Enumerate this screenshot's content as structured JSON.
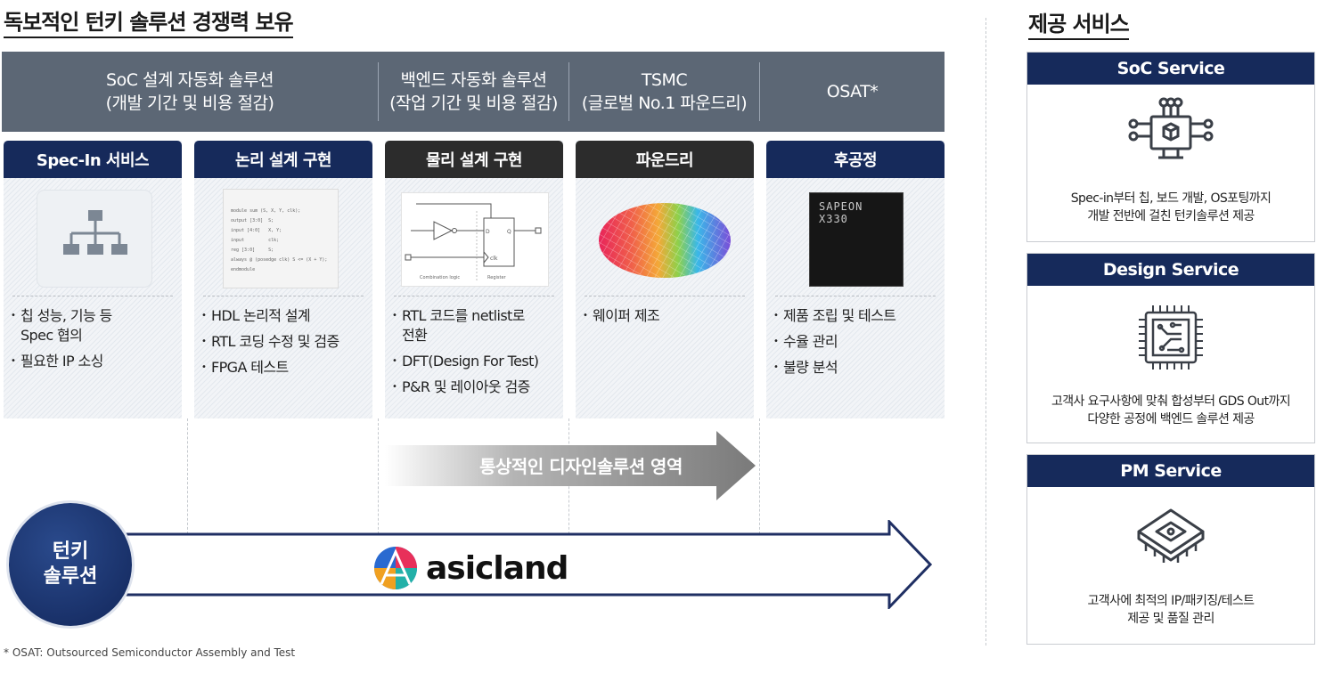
{
  "left_title": "독보적인 턴키 솔루션 경쟁력 보유",
  "right_title": "제공 서비스",
  "top_categories": [
    {
      "line1": "SoC 설계 자동화 솔루션",
      "line2": "(개발 기간 및 비용 절감)"
    },
    {
      "line1": "백엔드 자동화 솔루션",
      "line2": "(작업 기간 및 비용 절감)"
    },
    {
      "line1": "TSMC",
      "line2": "(글로벌 No.1 파운드리)"
    },
    {
      "line1": "OSAT*",
      "line2": ""
    }
  ],
  "columns": [
    {
      "header": "Spec-In 서비스",
      "bullets": [
        "칩 성능, 기능 등",
        "Spec 협의",
        "필요한 IP 소싱"
      ]
    },
    {
      "header": "논리 설계 구현",
      "bullets": [
        "HDL 논리적 설계",
        "RTL 코딩 수정 및 검증",
        "FPGA 테스트"
      ]
    },
    {
      "header": "물리 설계 구현",
      "bullets": [
        "RTL 코드를 netlist로",
        "전환",
        "DFT(Design For Test)",
        "P&R 및 레이아웃 검증"
      ]
    },
    {
      "header": "파운드리",
      "bullets": [
        "웨이퍼 제조"
      ]
    },
    {
      "header": "후공정",
      "bullets": [
        "제품 조립 및 테스트",
        "수율 관리",
        "불량 분석"
      ]
    }
  ],
  "code_lines": [
    "module sum (S, X, Y, clk);",
    "output [3:0]  S;",
    "input [4:0]   X, Y;",
    "input         clk;",
    "reg [3:0]     S;",
    "always @ (posedge clk) S <= (X + Y);",
    "endmodule"
  ],
  "circuit_labels": {
    "d": "D",
    "q": "Q",
    "clk": "clk",
    "comb": "Combination logic",
    "reg": "Register"
  },
  "chip_text": {
    "line1": "SAPEON",
    "line2": "X330"
  },
  "design_arrow_label": "통상적인 디자인솔루션 영역",
  "turnkey_label": {
    "line1": "턴키",
    "line2": "솔루션"
  },
  "brand_name": "asicland",
  "services": [
    {
      "title": "SoC Service",
      "icon": "soc-circuit-monitor-icon",
      "lines": [
        "Spec-in부터 칩, 보드 개발, OS포팅까지",
        "개발 전반에 걸친 턴키솔루션 제공"
      ]
    },
    {
      "title": "Design Service",
      "icon": "chip-circuit-icon",
      "lines": [
        "고객사 요구사항에 맞춰 합성부터  GDS Out까지",
        "다양한 공정에 백엔드 솔루션 제공"
      ]
    },
    {
      "title": "PM Service",
      "icon": "processor-chip-icon",
      "lines": [
        "고객사에 최적의 IP/패키징/테스트",
        "제공 및 품질 관리"
      ]
    }
  ],
  "footnote": "* OSAT: Outsourced Semiconductor Assembly and Test",
  "colors": {
    "navy": "#162a5b",
    "topbar": "#5c6775",
    "dark_header": "#2c2c2c"
  }
}
